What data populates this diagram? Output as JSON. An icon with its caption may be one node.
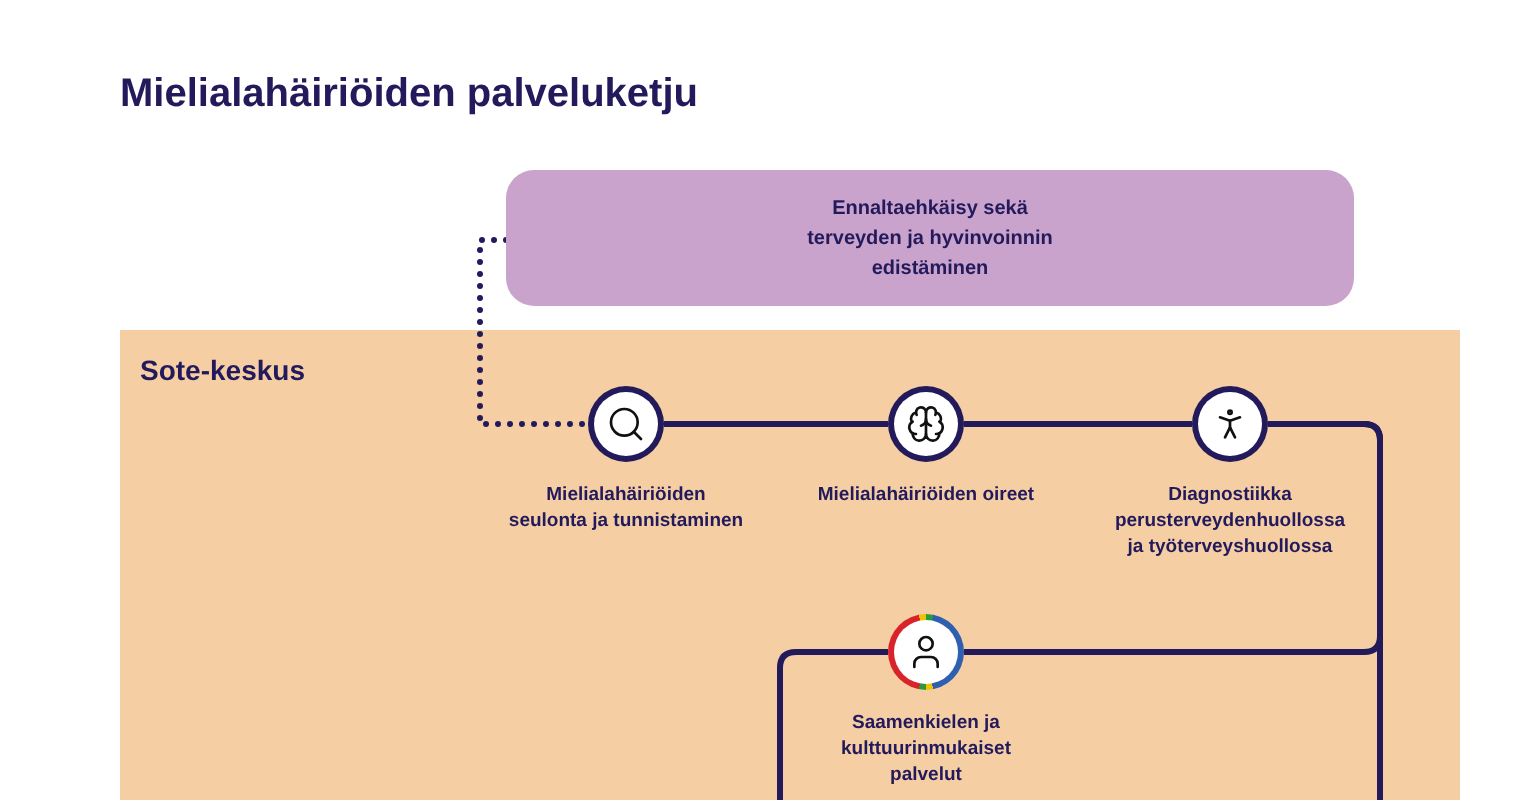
{
  "diagram": {
    "title": "Mielialahäiriöiden palveluketju",
    "nodes": [
      {
        "text": [
          "Ennaltaehkäisy sekä terveyden ja hyvinvoinnin edistäminen"
        ]
      },
      {
        "text": [
          "Sote-keskus"
        ]
      },
      {
        "text": [],
        "shape": "circle",
        "in": 1,
        "beside": [
          "Mielialahäiriöiden seulonta ja tunnistaminen"
        ]
      },
      {
        "text": [],
        "shape": "circle",
        "in": 1,
        "beside": [
          "Mielialahäiriöiden oireet"
        ]
      },
      {
        "text": [],
        "shape": "circle",
        "in": 1,
        "beside": [
          "Diagnostiikka perusterveydenhuollossa ja työterveyshuollossa"
        ]
      },
      {
        "text": [],
        "shape": "circle",
        "in": 1,
        "beside": [
          "Saamenkielen ja kulttuurinmukaiset palvelut"
        ]
      }
    ],
    "edges": [
      {
        "from": 0,
        "to": 2,
        "arrow": "none",
        "style": "dashed"
      },
      {
        "from": 2,
        "to": 3,
        "arrow": "none"
      },
      {
        "from": 3,
        "to": 4,
        "arrow": "none"
      },
      {
        "from": 4,
        "to": 5,
        "arrow": "none"
      },
      {
        "from": 4,
        "to": null,
        "arrow": "none"
      },
      {
        "from": 5,
        "to": null,
        "arrow": "none"
      }
    ]
  }
}
